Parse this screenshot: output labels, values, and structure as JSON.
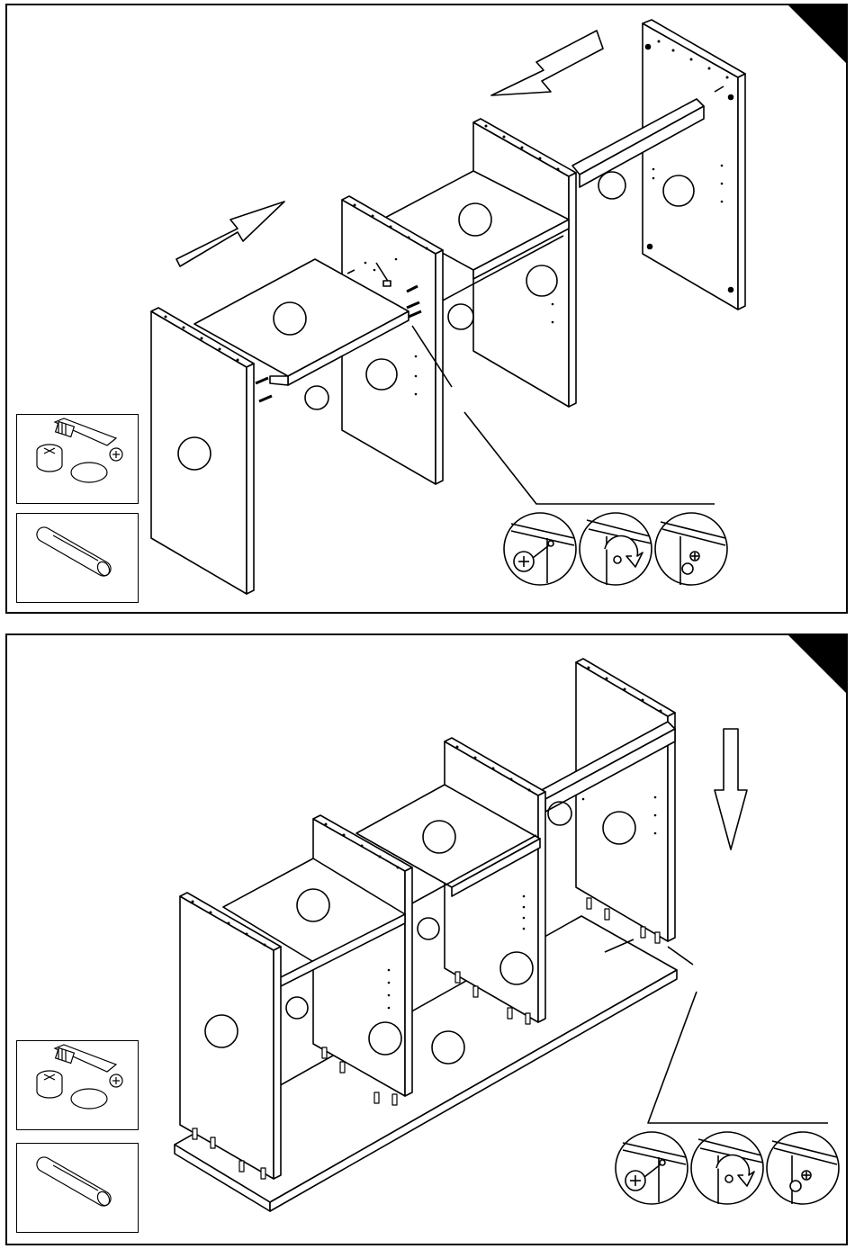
{
  "steps": [
    {
      "id": "step-1",
      "number": "",
      "arrows": [
        "right",
        "left"
      ],
      "parts": [
        "cam-lock-fitting-icon",
        "wooden-dowel-icon"
      ],
      "detail_sequence": [
        "insert-cam",
        "turn-clockwise",
        "cover-cap"
      ]
    },
    {
      "id": "step-2",
      "number": "",
      "arrows": [
        "down"
      ],
      "parts": [
        "cam-lock-fitting-icon",
        "wooden-dowel-icon"
      ],
      "detail_sequence": [
        "insert-cam",
        "turn-clockwise",
        "cover-cap"
      ]
    }
  ],
  "style": {
    "line_color": "#000000",
    "background": "#ffffff"
  }
}
